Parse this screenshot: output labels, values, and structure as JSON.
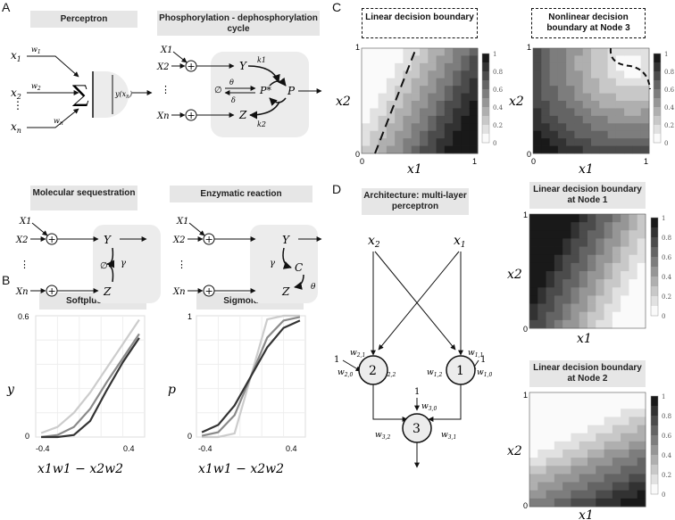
{
  "panels": {
    "a": {
      "letter": "A",
      "perceptron": {
        "title": "Perceptron",
        "sum_symbol": "∑",
        "output": "y(x",
        "output_sub": "n",
        "output_close": ")",
        "inputs": [
          {
            "x": "x",
            "sub": "1",
            "w": "w",
            "wsub": "1"
          },
          {
            "x": "x",
            "sub": "2",
            "w": "w",
            "wsub": "2"
          },
          {
            "x": "x",
            "sub": "n",
            "w": "w",
            "wsub": "n"
          }
        ]
      },
      "phospho": {
        "title": "Phosphorylation - dephosphorylation cycle",
        "inputs": [
          "X1",
          "X2",
          "Xn"
        ],
        "species_y": "Y",
        "species_z": "Z",
        "species_p": "P",
        "species_pstar": "P*",
        "k1": "k1",
        "k2": "k2",
        "theta": "θ",
        "delta": "δ",
        "empty": "∅"
      },
      "sequestration": {
        "title": "Molecular sequestration",
        "inputs": [
          "X1",
          "X2",
          "Xn"
        ],
        "species_y": "Y",
        "species_z": "Z",
        "gamma": "γ",
        "empty": "∅"
      },
      "enzymatic": {
        "title": "Enzymatic reaction",
        "inputs": [
          "X1",
          "X2",
          "Xn"
        ],
        "species_y": "Y",
        "species_z": "Z",
        "species_c": "C",
        "gamma": "γ",
        "theta": "θ"
      }
    },
    "b": {
      "letter": "B",
      "softplus": {
        "title": "Softplus-like",
        "ylabel": "y",
        "xlabel": "x1w1 − x2w2",
        "yticks": [
          "0",
          "0.6"
        ],
        "xticks": [
          "-0.4",
          "0.4"
        ]
      },
      "sigmoid": {
        "title": "Sigmoid-like",
        "ylabel": "p",
        "xlabel": "x1w1 − x2w2",
        "yticks": [
          "0",
          "1"
        ],
        "xticks": [
          "-0.4",
          "0.4"
        ]
      }
    },
    "c": {
      "letter": "C",
      "linear": {
        "title": "Linear decision boundary",
        "xlabel": "x1",
        "ylabel": "x2",
        "xticks": [
          "0",
          "1"
        ],
        "yticks": [
          "0",
          "1"
        ]
      },
      "nonlinear": {
        "title": "Nonlinear decision boundary at Node 3",
        "xlabel": "x1",
        "ylabel": "x2",
        "xticks": [
          "0",
          "1"
        ],
        "yticks": [
          "0",
          "1"
        ]
      },
      "colorbar_ticks": [
        "0",
        "0.2",
        "0.4",
        "0.6",
        "0.8",
        "1"
      ]
    },
    "d": {
      "letter": "D",
      "architecture_title": "Architecture: multi-layer perceptron",
      "node1": "1",
      "node2": "2",
      "node3": "3",
      "bias": "1",
      "node1_plot": {
        "title": "Linear decision boundary at Node 1",
        "xlabel": "x1",
        "ylabel": "x2",
        "xticks": [
          "0",
          "1"
        ],
        "yticks": [
          "0",
          "1"
        ]
      },
      "node2_plot": {
        "title": "Linear decision boundary at Node 2",
        "xlabel": "x1",
        "ylabel": "x2",
        "xticks": [
          "0",
          "1"
        ],
        "yticks": [
          "0",
          "1"
        ]
      }
    }
  },
  "colors": {
    "panel_bg": "#ececec",
    "title_bg": "#e6e6e6",
    "line": "#111111"
  },
  "chart_data": [
    {
      "type": "line",
      "title": "Softplus-like",
      "xlabel": "x1w1 − x2w2",
      "ylabel": "y",
      "xlim": [
        -0.5,
        0.5
      ],
      "ylim": [
        0,
        0.6
      ],
      "series": [
        {
          "color": "#cccccc",
          "x": [
            -0.45,
            -0.3,
            -0.15,
            0,
            0.15,
            0.3,
            0.45
          ],
          "y": [
            0.02,
            0.05,
            0.12,
            0.22,
            0.34,
            0.46,
            0.58
          ]
        },
        {
          "color": "#8a8a8a",
          "x": [
            -0.45,
            -0.3,
            -0.15,
            0,
            0.15,
            0.3,
            0.45
          ],
          "y": [
            0.0,
            0.01,
            0.05,
            0.14,
            0.27,
            0.39,
            0.51
          ]
        },
        {
          "color": "#333333",
          "x": [
            -0.45,
            -0.3,
            -0.15,
            0,
            0.15,
            0.3,
            0.45
          ],
          "y": [
            0.0,
            0.0,
            0.01,
            0.08,
            0.23,
            0.37,
            0.49
          ]
        }
      ]
    },
    {
      "type": "line",
      "title": "Sigmoid-like",
      "xlabel": "x1w1 − x2w2",
      "ylabel": "p",
      "xlim": [
        -0.5,
        0.5
      ],
      "ylim": [
        0,
        1
      ],
      "series": [
        {
          "color": "#cccccc",
          "x": [
            -0.45,
            -0.3,
            -0.15,
            0,
            0.15,
            0.3,
            0.45
          ],
          "y": [
            0.0,
            0.0,
            0.03,
            0.5,
            0.97,
            1.0,
            1.0
          ]
        },
        {
          "color": "#8a8a8a",
          "x": [
            -0.45,
            -0.3,
            -0.15,
            0,
            0.15,
            0.3,
            0.45
          ],
          "y": [
            0.01,
            0.04,
            0.18,
            0.5,
            0.82,
            0.96,
            0.99
          ]
        },
        {
          "color": "#333333",
          "x": [
            -0.45,
            -0.3,
            -0.15,
            0,
            0.15,
            0.3,
            0.45
          ],
          "y": [
            0.04,
            0.1,
            0.26,
            0.5,
            0.74,
            0.9,
            0.96
          ]
        }
      ]
    }
  ]
}
